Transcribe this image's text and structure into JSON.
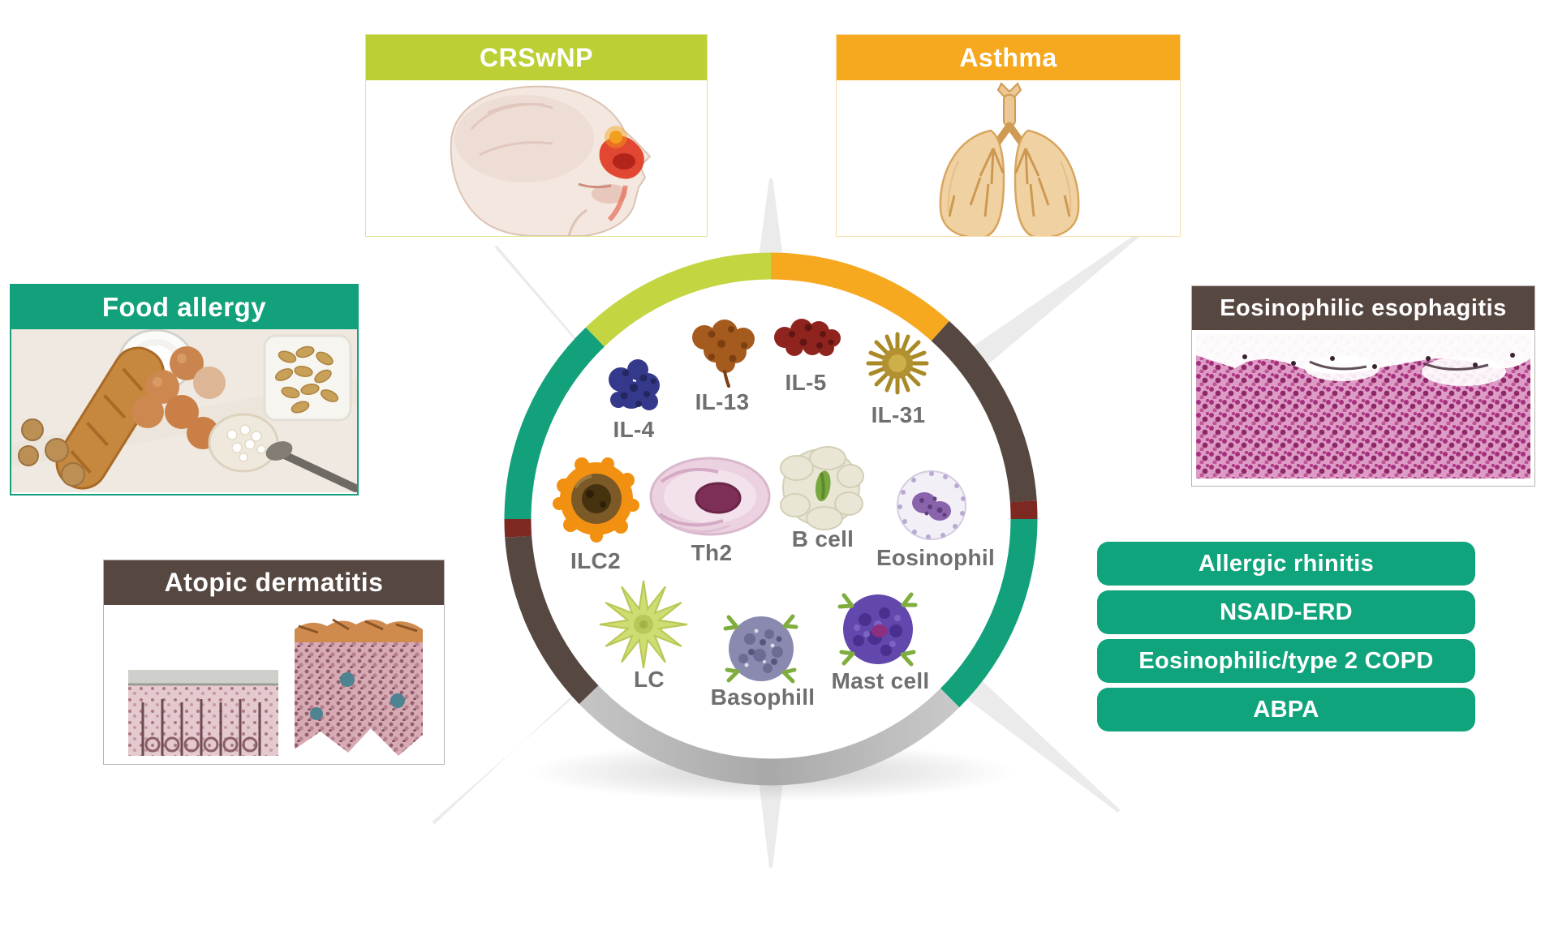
{
  "figure_title": "Type 2 inflammation hub diagram",
  "panels": {
    "crswnp": {
      "title": "CRSwNP",
      "accent_color": "#bccf35"
    },
    "asthma": {
      "title": "Asthma",
      "accent_color": "#f6a81f"
    },
    "food_allergy": {
      "title": "Food allergy",
      "accent_color": "#12a17b"
    },
    "eosinophilic_esophagitis": {
      "title": "Eosinophilic esophagitis",
      "accent_color": "#564741"
    },
    "atopic_dermatitis": {
      "title": "Atopic dermatitis",
      "accent_color": "#564741"
    }
  },
  "disease_buttons": [
    {
      "label": "Allergic rhinitis"
    },
    {
      "label": "NSAID-ERD"
    },
    {
      "label": "Eosinophilic/type 2 COPD"
    },
    {
      "label": "ABPA"
    }
  ],
  "hub": {
    "cytokines": [
      {
        "label": "IL-4",
        "color": "#35398b"
      },
      {
        "label": "IL-13",
        "color": "#a55a1e"
      },
      {
        "label": "IL-5",
        "color": "#8f241e"
      },
      {
        "label": "IL-31",
        "color": "#b29130"
      }
    ],
    "cells": [
      {
        "label": "ILC2",
        "color": "#f29111"
      },
      {
        "label": "Th2",
        "color": "#ecd2e0"
      },
      {
        "label": "B cell",
        "color": "#e9e6d6"
      },
      {
        "label": "Eosinophil",
        "color": "#8a63ad"
      },
      {
        "label": "LC",
        "color": "#cfdc72"
      },
      {
        "label": "Basophill",
        "color": "#8a8ab0"
      },
      {
        "label": "Mast cell",
        "color": "#6247ad"
      }
    ],
    "ring_segments": [
      {
        "name": "crswnp",
        "color": "#c3d541"
      },
      {
        "name": "asthma",
        "color": "#f6a81f"
      },
      {
        "name": "eosinophilic-esophagitis",
        "color": "#564741"
      },
      {
        "name": "type2-comorbidities",
        "color": "#12a17b"
      },
      {
        "name": "inactive",
        "color": "#b9b9b9"
      },
      {
        "name": "atopic-dermatitis",
        "color": "#564741"
      },
      {
        "name": "food-allergy",
        "color": "#12a17b"
      }
    ],
    "label_text_color": "#6f6f6f"
  }
}
